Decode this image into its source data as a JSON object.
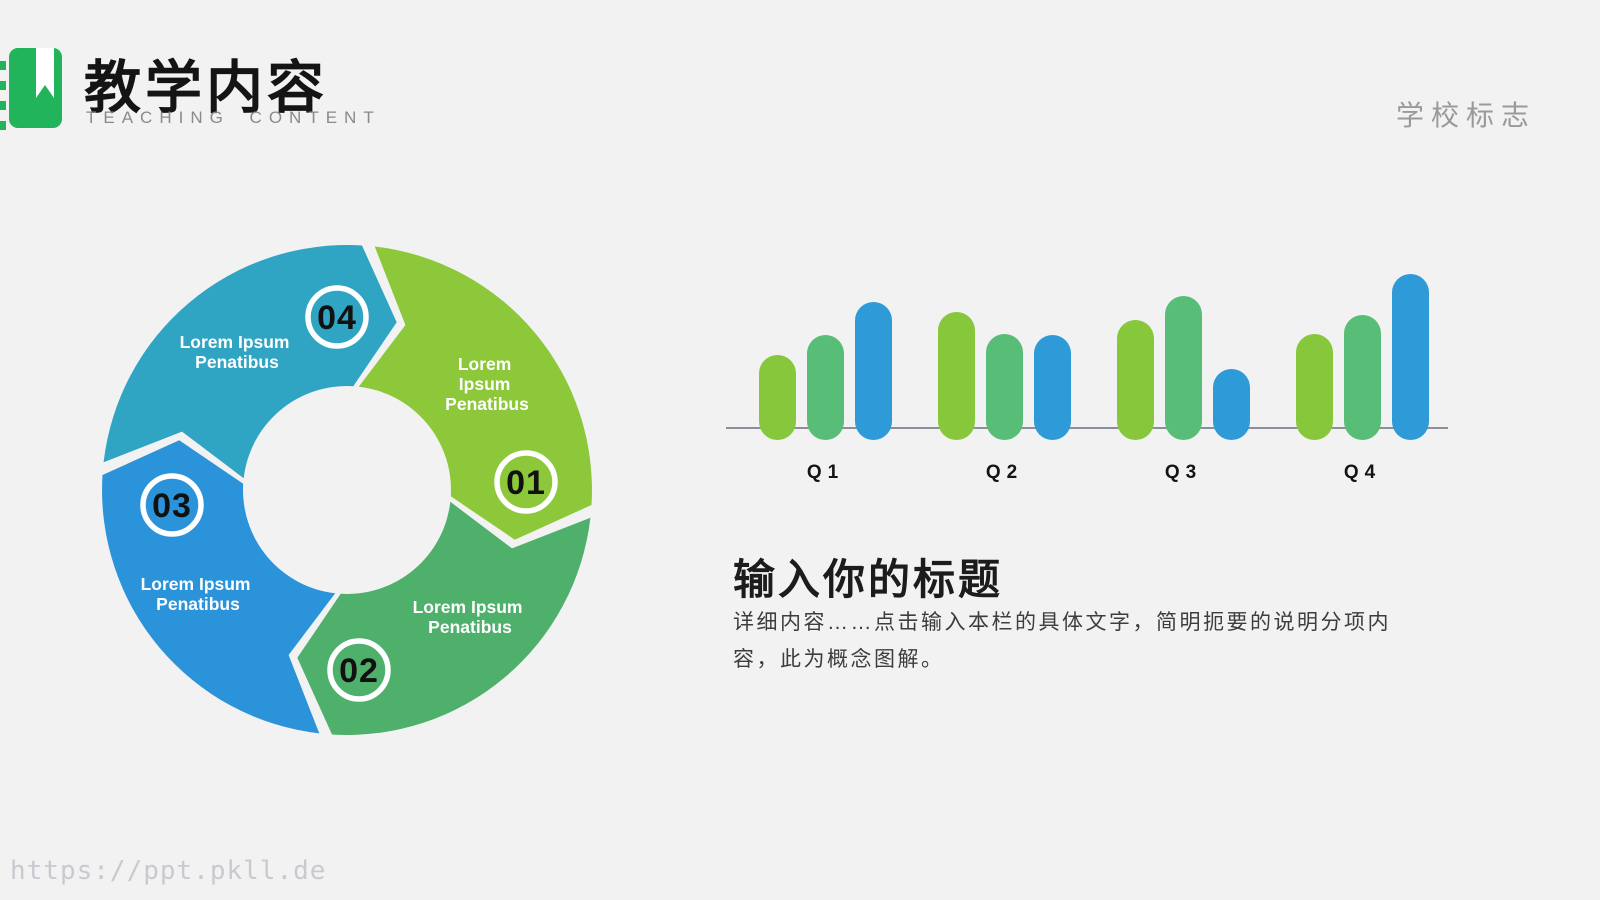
{
  "page": {
    "background": "#f2f2f3",
    "watermark": "https://ppt.pkll.de"
  },
  "header": {
    "title": "教学内容",
    "subtitle": "TEACHING CONTENT",
    "logo_icon": "notebook-bookmark-icon",
    "logo_color": "#22b45a"
  },
  "school_logo": {
    "text": "学校标志"
  },
  "cycle": {
    "items": [
      {
        "number": "01",
        "color": "#8cc83a",
        "label": "Lorem Ipsum Penatibus",
        "label_lines": [
          "Lorem",
          "Ipsum",
          "Penatibus"
        ]
      },
      {
        "number": "02",
        "color": "#4fb06c",
        "label": "Lorem Ipsum Penatibus",
        "label_lines": [
          "Lorem Ipsum",
          "Penatibus"
        ]
      },
      {
        "number": "03",
        "color": "#2b93d9",
        "label": "Lorem Ipsum Penatibus",
        "label_lines": [
          "Lorem Ipsum",
          "Penatibus"
        ]
      },
      {
        "number": "04",
        "color": "#2fa5c3",
        "label": "Lorem Ipsum Penatibus",
        "label_lines": [
          "Lorem Ipsum",
          "Penatibus"
        ]
      }
    ]
  },
  "chart_data": {
    "type": "bar",
    "categories": [
      "Q1",
      "Q2",
      "Q3",
      "Q4"
    ],
    "series": [
      {
        "name": "series-lime",
        "color": "#86c73c",
        "values": [
          51,
          77,
          72,
          64
        ]
      },
      {
        "name": "series-green",
        "color": "#58bd76",
        "values": [
          63,
          64,
          87,
          75
        ]
      },
      {
        "name": "series-blue",
        "color": "#2e9ad8",
        "values": [
          83,
          63,
          43,
          100
        ]
      }
    ],
    "title": "",
    "xlabel": "",
    "ylabel": "",
    "ylim": [
      0,
      100
    ],
    "grid": false,
    "legend": false,
    "bar_style": "rounded-pill",
    "axis_line_color": "#8b8f99"
  },
  "content": {
    "title": "输入你的标题",
    "body": "详细内容……点击输入本栏的具体文字，简明扼要的说明分项内容，此为概念图解。"
  }
}
